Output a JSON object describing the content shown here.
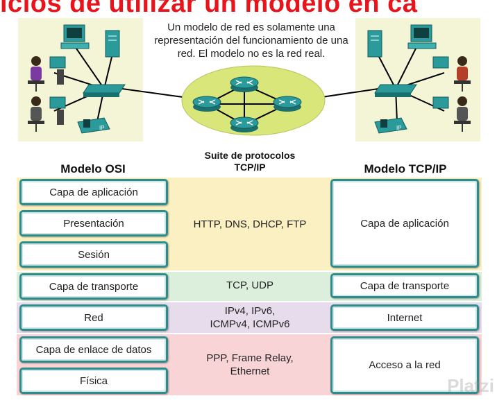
{
  "title": "icios de utilizar un modelo en ca",
  "caption": "Un modelo de red es solamente una representación del funcionamiento de una red. El modelo no es la red real.",
  "headers": {
    "osi": "Modelo OSI",
    "suite_line1": "Suite de protocolos",
    "suite_line2": "TCP/IP",
    "tcp": "Modelo TCP/IP"
  },
  "osi_layers": [
    "Capa de aplicación",
    "Presentación",
    "Sesión",
    "Capa de transporte",
    "Red",
    "Capa de enlace de datos",
    "Física"
  ],
  "protocols": {
    "application": "HTTP, DNS, DHCP, FTP",
    "transport": "TCP, UDP",
    "network_line1": "IPv4, IPv6,",
    "network_line2": "ICMPv4, ICMPv6",
    "link_line1": "PPP, Frame Relay,",
    "link_line2": "Ethernet"
  },
  "tcp_layers": [
    "Capa de aplicación",
    "Capa de transporte",
    "Internet",
    "Acceso a la red"
  ],
  "phone_label": "IP",
  "watermark": "Platzi",
  "colors": {
    "title": "#e8141b",
    "band_application": "#fbf0c2",
    "band_transport": "#dcefdc",
    "band_network": "#e6dcec",
    "band_link": "#f8d4d6",
    "box_border": "#2e8b8b",
    "lan_bg": "#f4f4d6",
    "cloud": "#d9e67a"
  }
}
